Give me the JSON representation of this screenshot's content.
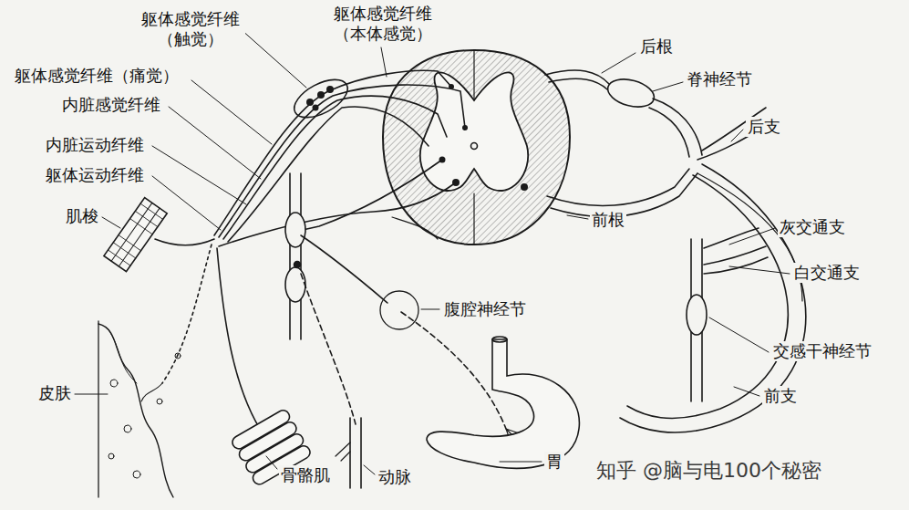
{
  "diagram": {
    "labels": [
      "躯体感觉纤维 （触觉）",
      "躯体感觉纤维 （本体感觉）",
      "躯体感觉纤维（痛觉）",
      "内脏感觉纤维",
      "内脏运动纤维",
      "躯体运动纤维",
      "肌梭",
      "皮肤",
      "骨骼肌",
      "动脉",
      "胃",
      "腹腔神经节",
      "后根",
      "脊神经节",
      "后支",
      "灰交通支",
      "白交通支",
      "前根",
      "交感干神经节",
      "前支",
      "知乎 @脑与电100个秘密"
    ]
  }
}
